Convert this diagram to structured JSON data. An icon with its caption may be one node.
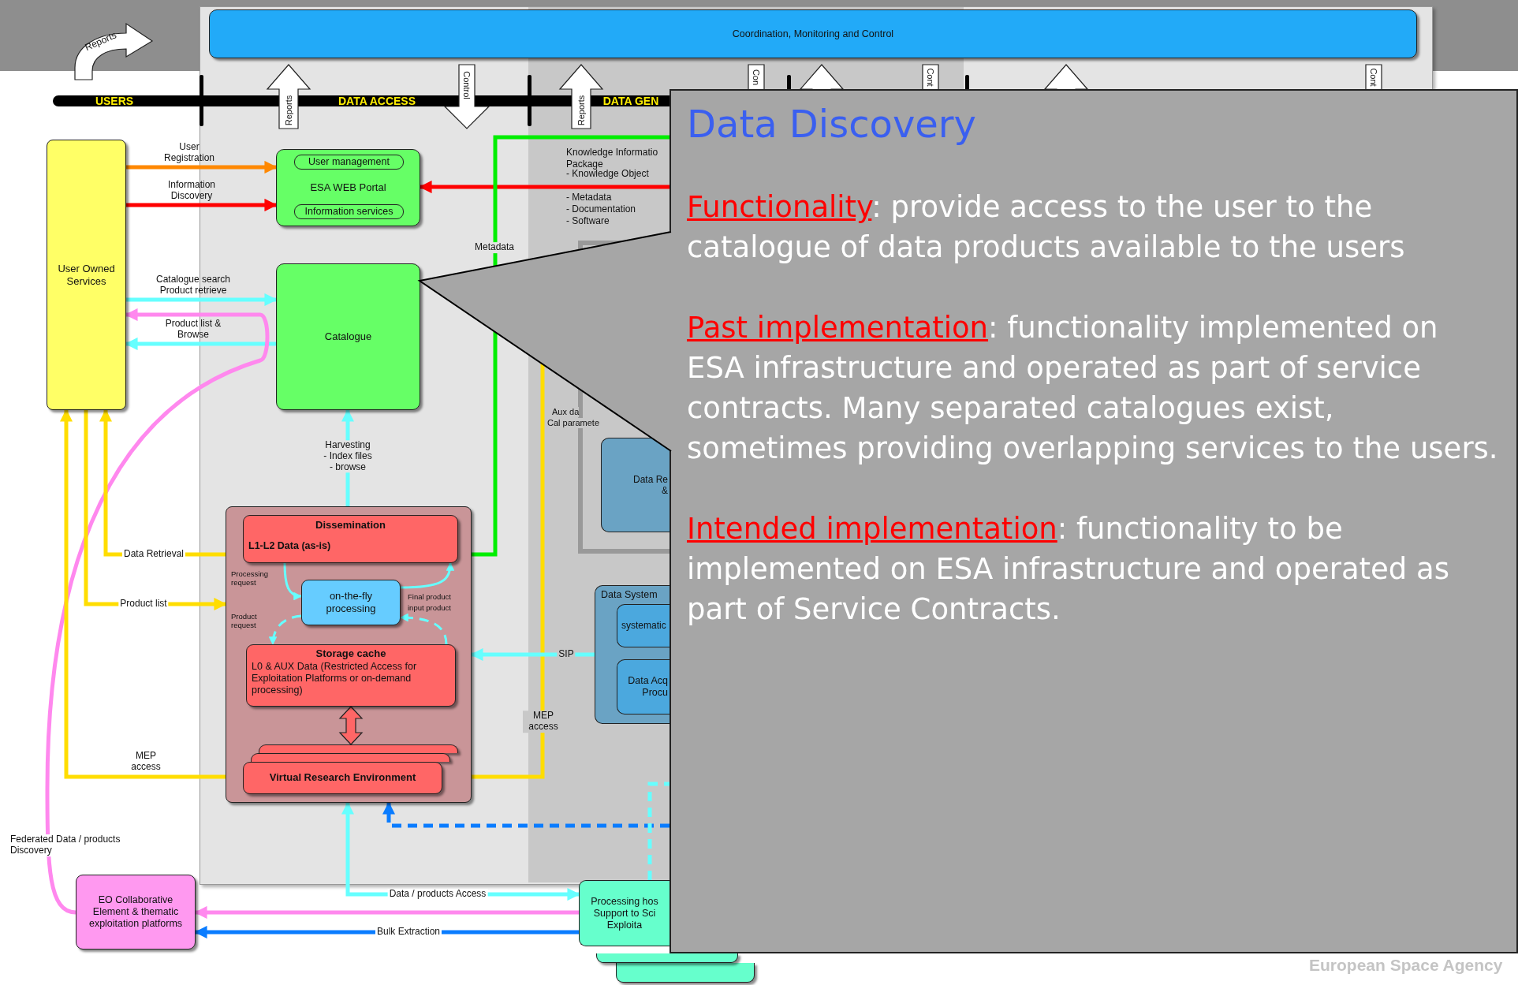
{
  "diagram": {
    "nodes": [
      {
        "text": [
          "Coordination, Monitoring and Control"
        ]
      },
      {
        "text": [
          "User Owned Services"
        ]
      },
      {
        "text": [
          "ESA WEB Portal"
        ]
      },
      {
        "text": [
          "User management"
        ],
        "in": 2
      },
      {
        "text": [
          "Information services"
        ],
        "in": 2
      },
      {
        "text": [
          "Catalogue"
        ]
      },
      {
        "text": [],
        "shape": "box"
      },
      {
        "text": [
          "Dissemination",
          "L1-L2 Data (as-is)"
        ],
        "in": 6
      },
      {
        "text": [
          "on-the-fly processing"
        ],
        "in": 6
      },
      {
        "text": [
          "Storage cache",
          "L0 & AUX Data (Restricted Access for Exploitation Platforms or on-demand processing)"
        ],
        "in": 6
      },
      {
        "text": [
          "Virtual Research Environment"
        ],
        "in": 6
      },
      {
        "text": [
          "EO Collaborative Element & thematic exploitation platforms"
        ]
      },
      {
        "text": [
          "Processing hos Support to Sci Exploita"
        ]
      },
      {
        "text": [],
        "shape": "box"
      },
      {
        "text": [
          "Data Re &"
        ],
        "in": 13
      },
      {
        "text": [
          "Data System"
        ]
      },
      {
        "text": [
          "systematic"
        ],
        "in": 15
      },
      {
        "text": [
          "Data Acq Procu"
        ],
        "in": 15
      },
      {
        "text": [
          "Data Discovery",
          "Functionality: provide access to the user to the catalogue of data products available to the users",
          "Past implementation: functionality implemented on ESA infrastructure and operated as part of service contracts. Many separated catalogues exist, sometimes providing overlapping services to the users.",
          "Intended implementation: functionality to be implemented on ESA infrastructure and operated as part of Service Contracts."
        ]
      },
      {
        "text": [],
        "shape": "box",
        "in": 6
      },
      {
        "text": [],
        "shape": "box",
        "in": 6
      },
      {
        "text": [],
        "shape": "box"
      },
      {
        "text": [],
        "shape": "box"
      }
    ],
    "edges": [
      {
        "from": 1,
        "to": 2,
        "arrow": "to",
        "label": "User Registration",
        "color": "#ff8800"
      },
      {
        "from": 1,
        "to": 2,
        "arrow": "to",
        "label": "Information Discovery",
        "color": "#ff0000"
      },
      {
        "from": 18,
        "to": 2,
        "arrow": "to",
        "color": "#ff0000"
      },
      {
        "from": 6,
        "to": 18,
        "arrow": "none",
        "label": "Metadata",
        "color": "#00ee00"
      },
      {
        "from": 1,
        "to": 5,
        "arrow": "to",
        "label": "Catalogue search Product retrieve"
      },
      {
        "from": 5,
        "to": 1,
        "arrow": "to",
        "label": "Product list & Browse"
      },
      {
        "from": 11,
        "to": 1,
        "arrow": "to",
        "label": "Federated Data / products Discovery",
        "color": "#ff88ee"
      },
      {
        "from": 6,
        "to": 5,
        "arrow": "to",
        "label": "Harvesting - Index files - browse"
      },
      {
        "from": 6,
        "to": 1,
        "arrow": "to",
        "label": "Data Retrieval",
        "color": "#ffdd00"
      },
      {
        "from": 1,
        "to": 6,
        "arrow": "to",
        "label": "Product list",
        "color": "#ffdd00"
      },
      {
        "from": 1,
        "to": 10,
        "arrow": "both",
        "label": "MEP access",
        "color": "#ffdd00"
      },
      {
        "from": null,
        "to": 10,
        "arrow": "to",
        "label": "MEP access",
        "color": "#ffdd00"
      },
      {
        "from": 15,
        "to": 6,
        "arrow": "to",
        "label": "SIP"
      },
      {
        "from": 9,
        "to": 19,
        "arrow": "both",
        "style": "thick",
        "color": "#ff6666"
      },
      {
        "from": 6,
        "to": 12,
        "arrow": "both",
        "label": "Data / products Access"
      },
      {
        "from": 12,
        "to": 11,
        "arrow": "to",
        "color": "#ff88ee"
      },
      {
        "from": 12,
        "to": 11,
        "arrow": "to",
        "label": "Bulk Extraction",
        "color": "#0a7cff"
      },
      {
        "from": 18,
        "to": 6,
        "arrow": "to",
        "style": "dashed",
        "color": "#0a7cff"
      },
      {
        "from": 12,
        "to": 18,
        "arrow": "none",
        "style": "dashed"
      },
      {
        "from": 7,
        "to": 8,
        "arrow": "to",
        "label": "Processing request"
      },
      {
        "from": 8,
        "to": 9,
        "arrow": "to",
        "style": "dashed",
        "label": "Product request"
      },
      {
        "from": 8,
        "to": 7,
        "arrow": "to",
        "label": "Final product"
      },
      {
        "from": 9,
        "to": 8,
        "arrow": "to",
        "style": "dashed",
        "label": "input product"
      },
      {
        "from": 1,
        "to": 0,
        "arrow": "to",
        "style": "thick",
        "color": "#ffffff",
        "label": "Reports"
      },
      {
        "from": null,
        "to": 0,
        "arrow": "to",
        "style": "thick",
        "color": "#ffffff",
        "label": "Reports"
      },
      {
        "from": 0,
        "to": null,
        "arrow": "to",
        "style": "thick",
        "color": "#ffffff",
        "label": "Control"
      },
      {
        "from": null,
        "to": 0,
        "arrow": "to",
        "style": "thick",
        "color": "#ffffff",
        "label": "Reports"
      },
      {
        "from": 0,
        "to": 18,
        "arrow": "to",
        "style": "thick",
        "color": "#ffffff",
        "label": "Con"
      },
      {
        "from": 18,
        "to": 0,
        "arrow": "to",
        "style": "thick",
        "color": "#ffffff"
      },
      {
        "from": 0,
        "to": 18,
        "arrow": "to",
        "style": "thick",
        "color": "#ffffff",
        "label": "Cont"
      },
      {
        "from": 18,
        "to": 0,
        "arrow": "to",
        "style": "thick",
        "color": "#ffffff"
      },
      {
        "from": 0,
        "to": 18,
        "arrow": "to",
        "style": "thick",
        "color": "#ffffff",
        "label": "Cont"
      }
    ],
    "labels": [
      "USERS",
      "DATA ACCESS",
      "DATA GEN",
      "Knowledge Informatio Package",
      "- Knowledge Object",
      "- Metadata",
      "- Documentation",
      "- Software",
      "Aux da",
      "Cal paramete",
      "European Space Agency"
    ]
  }
}
